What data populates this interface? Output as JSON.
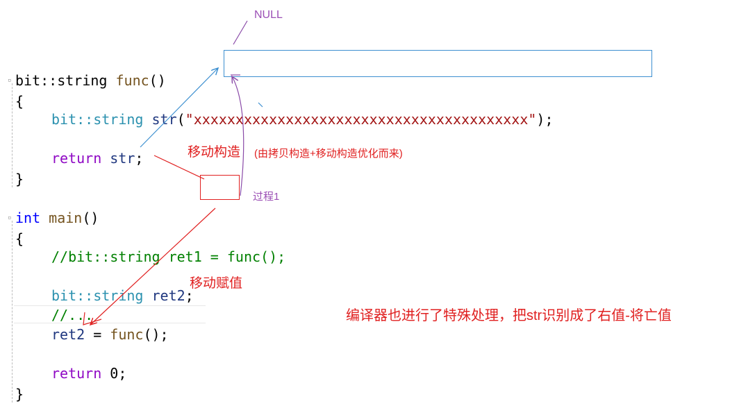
{
  "code": {
    "func_lines": {
      "l1_type": "bit::string",
      "l1_name": "func",
      "l1_paren": "()",
      "l2": "{",
      "l3_type": "bit::string",
      "l3_var": "str",
      "l3_open": "(",
      "l3_str": "\"xxxxxxxxxxxxxxxxxxxxxxxxxxxxxxxxxxxxxxxx\"",
      "l3_close": ");",
      "l4_kw": "return",
      "l4_var": "str",
      "l4_semi": ";",
      "l5": "}"
    },
    "main_lines": {
      "l1_kw": "int",
      "l1_name": "main",
      "l1_paren": "()",
      "l2": "{",
      "l3_comment": "//bit::string ret1 = func();",
      "l4_type": "bit::string",
      "l4_var": "ret2",
      "l4_semi": ";",
      "l5_comment": "//...",
      "l6_var": "ret2",
      "l6_eq": " = ",
      "l6_fn": "func",
      "l6_rest": "();",
      "l7_kw": "return",
      "l7_num": " 0",
      "l7_semi": ";",
      "l8": "}"
    }
  },
  "annotations": {
    "null_label": "NULL",
    "move_construct": "移动构造",
    "move_construct_note": "(由拷贝构造+移动构造优化而来)",
    "process1": "过程1",
    "move_assign": "移动赋值",
    "compiler_note": "编译器也进行了特殊处理，把str识别成了右值-将亡值"
  },
  "colors": {
    "keyword": "#0000ff",
    "type": "#2b91af",
    "string": "#a31515",
    "comment": "#008000",
    "annotation_red": "#e02020",
    "annotation_purple": "#9b4fb5",
    "arrow_blue": "#3c8fd0"
  }
}
